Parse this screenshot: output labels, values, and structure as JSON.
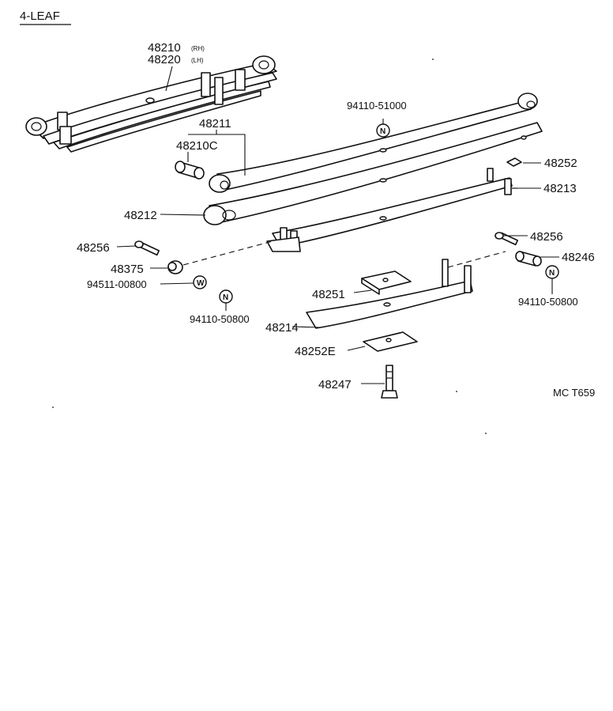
{
  "title": "4-LEAF",
  "watermark": "MC T659",
  "labels": {
    "p48210": "48210",
    "p48210_side": "(RH)",
    "p48220": "48220",
    "p48220_side": "(LH)",
    "p48211": "48211",
    "p48210C": "48210C",
    "p94110_51000": "94110-51000",
    "p48252": "48252",
    "p48213": "48213",
    "p48212": "48212",
    "p48256_left": "48256",
    "p48256_right": "48256",
    "p48375": "48375",
    "p94511_00800": "94511-00800",
    "p94110_50800_left": "94110-50800",
    "p94110_50800_right": "94110-50800",
    "p48246": "48246",
    "p48251": "48251",
    "p48214": "48214",
    "p48252E": "48252E",
    "p48247": "48247"
  },
  "symbols": {
    "nut": "N",
    "washer": "W"
  }
}
